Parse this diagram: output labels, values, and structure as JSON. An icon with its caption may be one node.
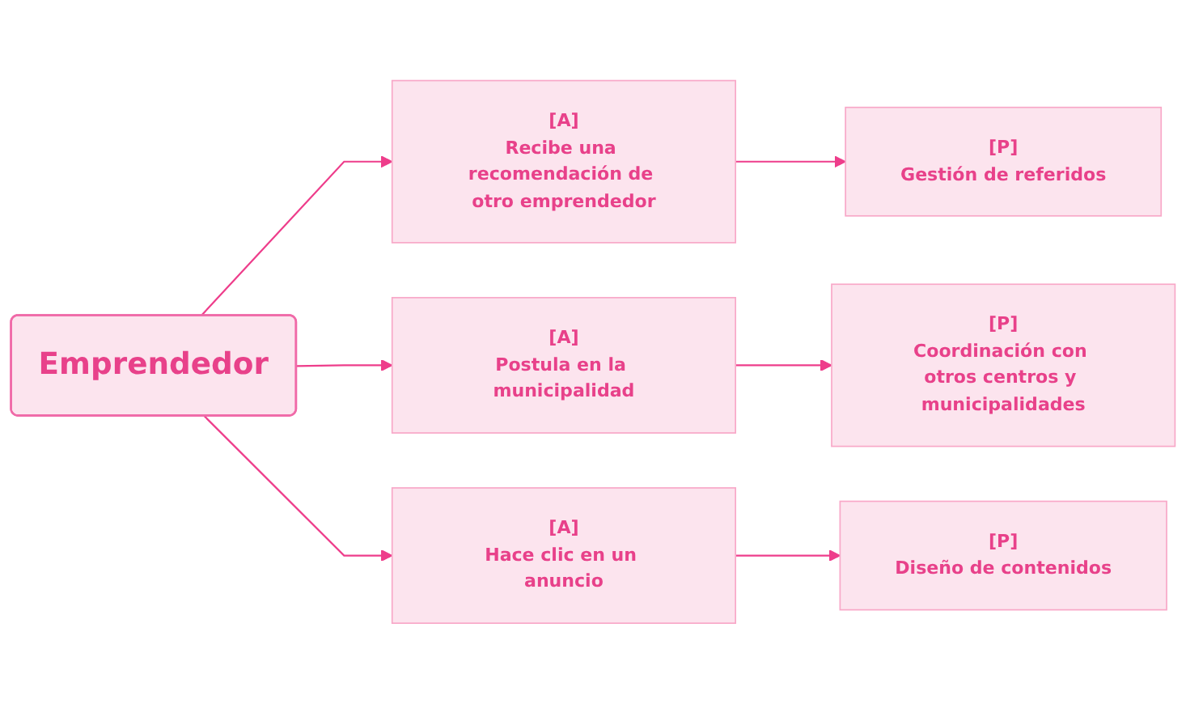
{
  "diagram": {
    "nodes": [
      {
        "text": [
          "Emprendedor"
        ]
      },
      {
        "text": [
          "[A]",
          "Recibe una recomendación de otro emprendedor"
        ]
      },
      {
        "text": [
          "[P]",
          "Gestión de referidos"
        ]
      },
      {
        "text": [
          "[A]",
          "Postula en la municipalidad"
        ]
      },
      {
        "text": [
          "[P]",
          "Coordinación con otros centros y municipalidades"
        ]
      },
      {
        "text": [
          "[A]",
          "Hace clic en un anuncio"
        ]
      },
      {
        "text": [
          "[P]",
          "Diseño de contenidos"
        ]
      }
    ],
    "edges": [
      {
        "from": 0,
        "to": 1,
        "arrow": "to"
      },
      {
        "from": 0,
        "to": 3,
        "arrow": "to"
      },
      {
        "from": 0,
        "to": 5,
        "arrow": "to"
      },
      {
        "from": 1,
        "to": 2,
        "arrow": "to"
      },
      {
        "from": 3,
        "to": 4,
        "arrow": "to"
      },
      {
        "from": 5,
        "to": 6,
        "arrow": "to"
      }
    ]
  }
}
